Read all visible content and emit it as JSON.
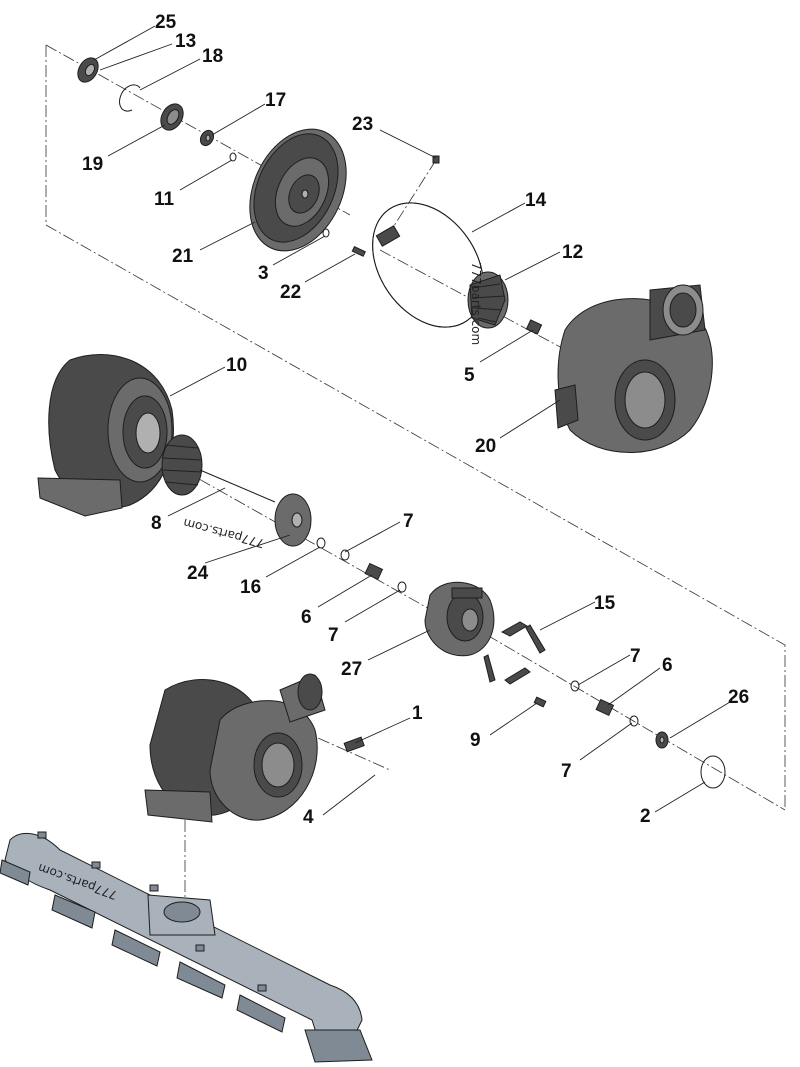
{
  "diagram": {
    "callouts": [
      "25",
      "13",
      "18",
      "17",
      "19",
      "11",
      "23",
      "21",
      "14",
      "3",
      "22",
      "12",
      "5",
      "10",
      "20",
      "8",
      "7",
      "24",
      "16",
      "6",
      "7",
      "15",
      "27",
      "7",
      "6",
      "26",
      "1",
      "9",
      "7",
      "4",
      "2"
    ],
    "watermarks": [
      "777parts.com",
      "777parts.com",
      "777parts.com"
    ]
  },
  "colors": {
    "part": "#4a4a4a",
    "manifold": "#a9b2bb",
    "line": "#222222"
  }
}
